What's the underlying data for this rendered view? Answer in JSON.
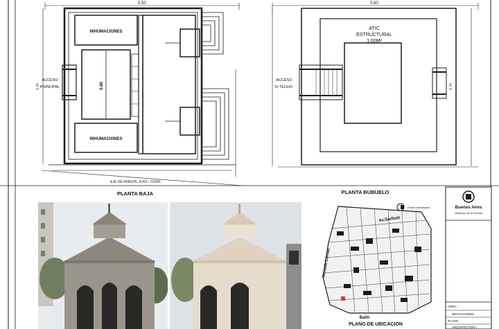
{
  "plan_left": {
    "title": "PLANTA BAJA",
    "dim_top": "5.50",
    "dim_side": "5.70",
    "access_label_1": "ACCESO",
    "access_label_2": "PRINCIPAL",
    "room_top": "INHUMACIONES",
    "room_bottom": "INHUMACIONES",
    "center_dim": "0.90",
    "axis_note": "EJE DE FRENTE, EXCL. CORD."
  },
  "plan_right": {
    "title": "PLANTA BUBUELO",
    "dim_top": "5.60",
    "dim_side": "5.70",
    "access_label_1": "ACCESO",
    "access_label_2": "S/ TECHO.",
    "room_label_1": "ATIC",
    "room_label_2": "ESTRUCTURAL",
    "room_label_3": "1.00M²"
  },
  "location_map": {
    "title": "PLANO DE UBICACION",
    "street_top": "Av.Sarfield",
    "street_left": "Vemaile Lomas",
    "street_bottom": "Balin",
    "legend_text": "Frente orientacion"
  },
  "title_block": {
    "org_name": "Buenos Aires",
    "org_sub": "Gobierno de la Ciudad",
    "obra_label": "OBRA :",
    "obra_value": "REFACCIONES",
    "plano_label": "PLANO :",
    "plano_value": "ARQUITECTURA"
  },
  "colors": {
    "line": "#1a1a1a",
    "photo_before_sky": "#e9ecef",
    "photo_after_sky": "#dde2e6",
    "stone_before": "#9b968c",
    "stone_after": "#e6dccb",
    "marker": "#d93a2b"
  }
}
